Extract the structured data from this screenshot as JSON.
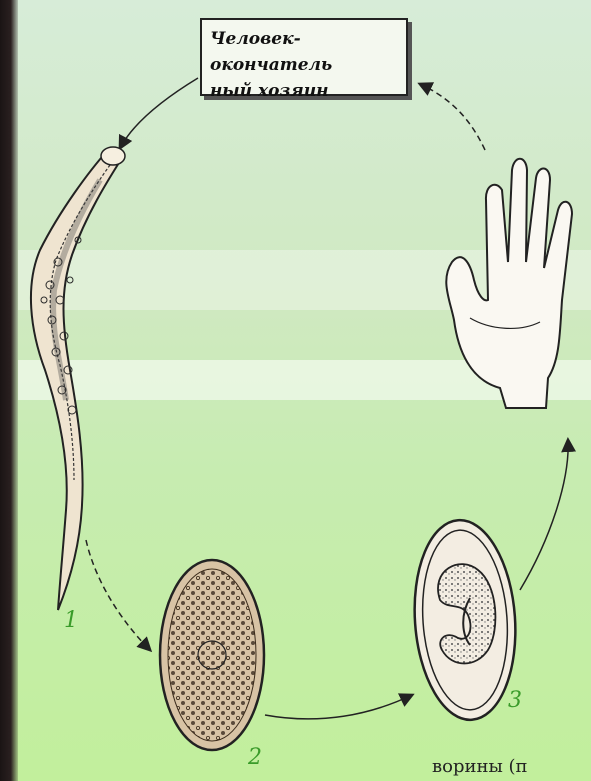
{
  "title": {
    "line1": "Человек-окончатель",
    "line2": "ный хозяин"
  },
  "stages": [
    {
      "label": "1"
    },
    {
      "label": "2"
    },
    {
      "label": "3"
    }
  ],
  "footer": {
    "fragment": "ворины  (п"
  }
}
